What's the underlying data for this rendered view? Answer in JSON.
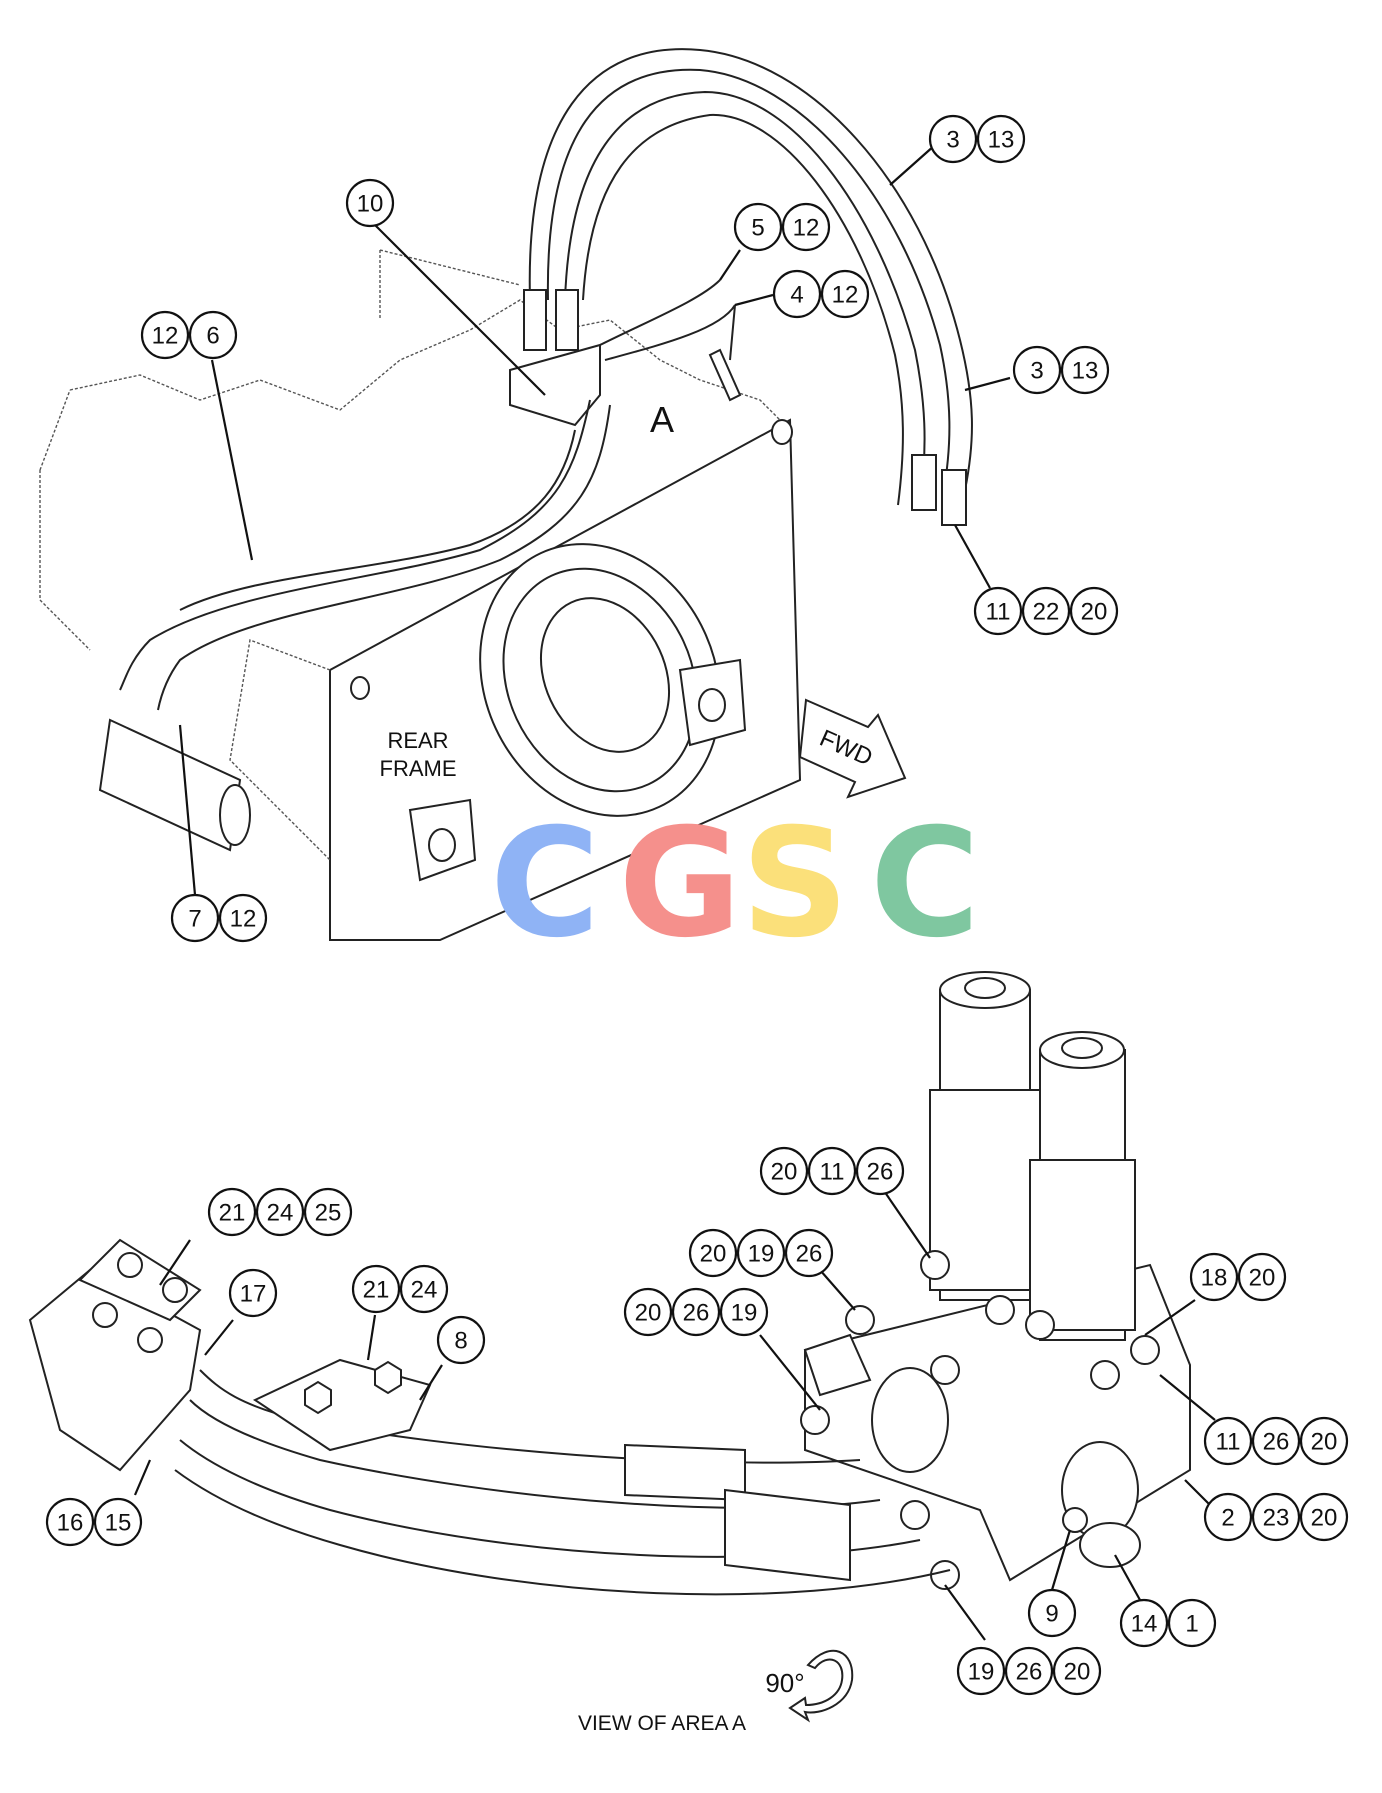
{
  "labels": {
    "rear_frame_line1": "REAR",
    "rear_frame_line2": "FRAME",
    "area_marker": "A",
    "fwd": "FWD",
    "view_caption": "VIEW OF AREA A",
    "rotation": "90°"
  },
  "watermark": {
    "letters": [
      "C",
      "G",
      "S",
      "C"
    ],
    "colors": [
      "#8fb3f5",
      "#f5908c",
      "#fbe07a",
      "#7fc7a0"
    ]
  },
  "callout_groups": [
    [
      "10"
    ],
    [
      "3",
      "13"
    ],
    [
      "5",
      "12"
    ],
    [
      "4",
      "12"
    ],
    [
      "12",
      "6"
    ],
    [
      "3",
      "13"
    ],
    [
      "11",
      "22",
      "20"
    ],
    [
      "7",
      "12"
    ],
    [
      "20",
      "11",
      "26"
    ],
    [
      "20",
      "19",
      "26"
    ],
    [
      "20",
      "26",
      "19"
    ],
    [
      "18",
      "20"
    ],
    [
      "21",
      "24",
      "25"
    ],
    [
      "17"
    ],
    [
      "21",
      "24"
    ],
    [
      "8"
    ],
    [
      "11",
      "26",
      "20"
    ],
    [
      "2",
      "23",
      "20"
    ],
    [
      "16",
      "15"
    ],
    [
      "9"
    ],
    [
      "14",
      "1"
    ],
    [
      "19",
      "26",
      "20"
    ]
  ]
}
